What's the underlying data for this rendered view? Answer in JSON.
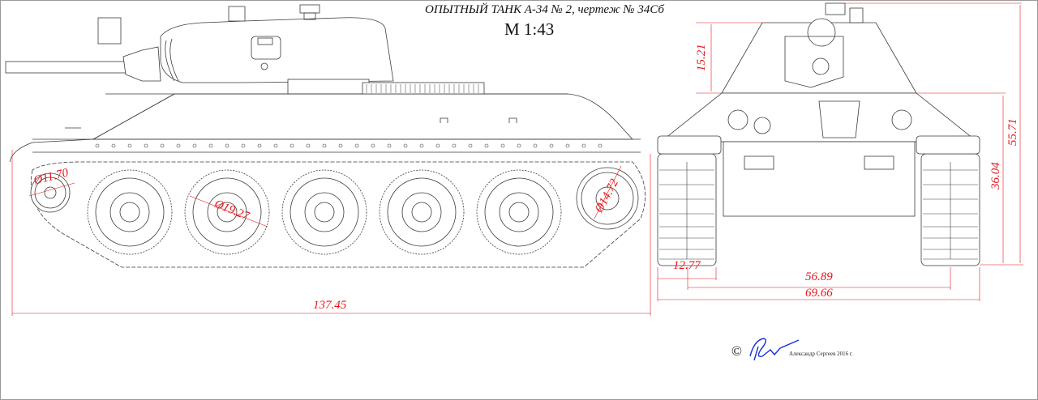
{
  "header": {
    "title": "ОПЫТНЫЙ ТАНК А-34 № 2, чертеж № 34Сб",
    "scale": "М 1:43"
  },
  "side_view": {
    "overall_length": "137.45",
    "idler_diameter": "Ø11.70",
    "road_wheel_diameter": "Ø19.27",
    "drive_sprocket_diameter": "Ø14.72",
    "road_wheel_count": 5
  },
  "front_view": {
    "turret_height": "15.21",
    "hull_height": "36.04",
    "overall_height": "55.71",
    "track_width": "12.77",
    "track_centers": "56.89",
    "overall_width": "69.66"
  },
  "footer": {
    "copyright_symbol": "©",
    "author": "Александр Сергеев 2016 г."
  },
  "colors": {
    "line": "#3a3a3a",
    "dimension": "#e8161b",
    "signature": "#1a2ee0",
    "frame": "#9a9a9a"
  }
}
